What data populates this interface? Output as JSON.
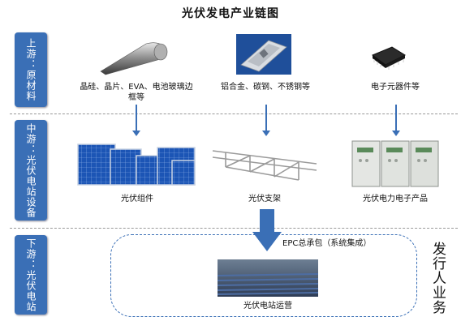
{
  "title": "光伏发电产业链图",
  "stages": {
    "upstream": "上游：原材料",
    "midstream": "中游：光伏电站设备",
    "downstream": "下游：光伏电站"
  },
  "upstream_items": [
    {
      "label": "晶硅、晶片、EVA、电池玻璃边框等",
      "icon": "silicon-ingot-icon"
    },
    {
      "label": "铝合金、碳钢、不锈钢等",
      "icon": "aluminum-profile-icon"
    },
    {
      "label": "电子元器件等",
      "icon": "chip-icon"
    }
  ],
  "midstream_items": [
    {
      "label": "光伏组件",
      "icon": "solar-panel-icon"
    },
    {
      "label": "光伏支架",
      "icon": "mounting-bracket-icon"
    },
    {
      "label": "光伏电力电子产品",
      "icon": "electrical-cabinet-icon"
    }
  ],
  "downstream": {
    "epc": "EPC总承包（系统集成）",
    "operation": "光伏电站运营",
    "issuer": "发行人业务"
  },
  "colors": {
    "accent": "#3a6fb6",
    "dash": "#999999"
  }
}
